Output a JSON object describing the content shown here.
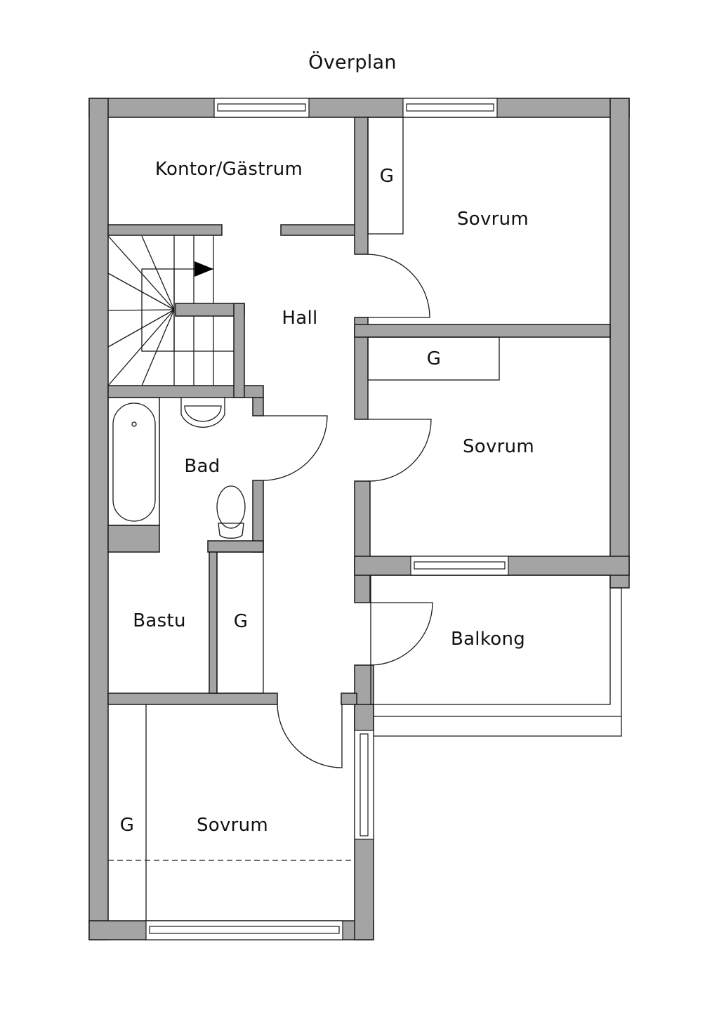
{
  "title": "Överplan",
  "rooms": {
    "kontor": "Kontor/Gästrum",
    "sovrum_1": "Sovrum",
    "sovrum_2": "Sovrum",
    "sovrum_3": "Sovrum",
    "hall": "Hall",
    "bad": "Bad",
    "bastu": "Bastu",
    "balkong": "Balkong",
    "closet_1": "G",
    "closet_2": "G",
    "closet_3": "G",
    "closet_4": "G"
  },
  "colors": {
    "wall": "#a4a4a4",
    "line": "#1a1a1a"
  }
}
